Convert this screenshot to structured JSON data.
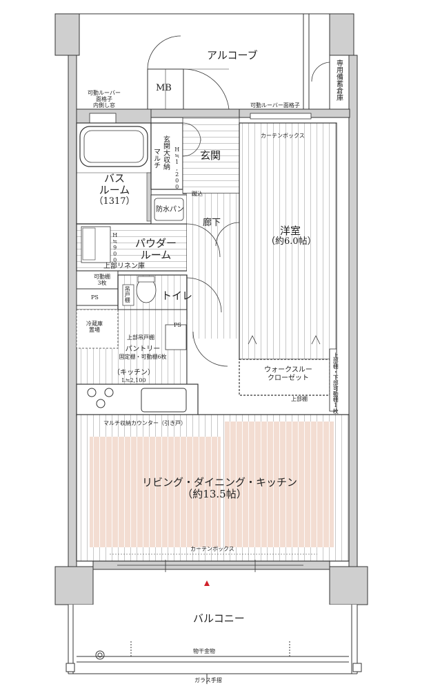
{
  "rooms": {
    "alcove": "アルコーブ",
    "storage": "専用備蓄倉庫",
    "mb": "MB",
    "louver_left_1": "可動ルーバー",
    "louver_left_2": "面格子",
    "louver_left_3": "内側し窓",
    "louver_right": "可動ルーバー面格子",
    "curtain_box_top": "カーテンボックス",
    "genkan_storage": "玄関大収納",
    "multi": "マルチ",
    "multi_h": "H≒1,200",
    "genkan": "玄関",
    "step": "蹴込",
    "bath_1": "バス",
    "bath_2": "ルーム",
    "bath_3": "（1317）",
    "waterproof_pan": "防水パン",
    "corridor": "廊下",
    "powder_1": "パウダー",
    "powder_2": "ルーム",
    "powder_h": "H≒900",
    "upper_linen": "上部リネン庫",
    "movable_shelf_1": "可動棚",
    "movable_shelf_2": "3枚",
    "ps1": "PS",
    "toilet": "トイレ",
    "hanging_shelf": "吊戸棚",
    "western_1": "洋室",
    "western_2": "（約6.0帖）",
    "fridge_1": "冷蔵庫",
    "fridge_2": "置場",
    "upper_hanging": "上部吊戸棚",
    "ps2": "PS",
    "pantry_1": "パントリー",
    "pantry_2": "固定棚・可動棚6枚",
    "wic_1": "ウォークスルー",
    "wic_2": "クローゼット",
    "right_shelf": "上部棚・下部可動棚1枚",
    "upper_shelf": "上部棚",
    "kitchen_1": "（キッチン）",
    "kitchen_h": "L≒2,100",
    "counter": "マルチ収納カウンター（引き戸）",
    "ldk_1": "リビング・ダイニング・キッチン",
    "ldk_2": "（約13.5帖）",
    "curtain_box_bottom": "カーテンボックス",
    "balcony": "バルコニー",
    "drying": "物干金物",
    "glass_rail": "ガラス手摺"
  },
  "colors": {
    "wall": "#cfcfcf",
    "line": "#333333",
    "ldk_fill": "#f3ddd2",
    "marker": "#d0202a"
  }
}
